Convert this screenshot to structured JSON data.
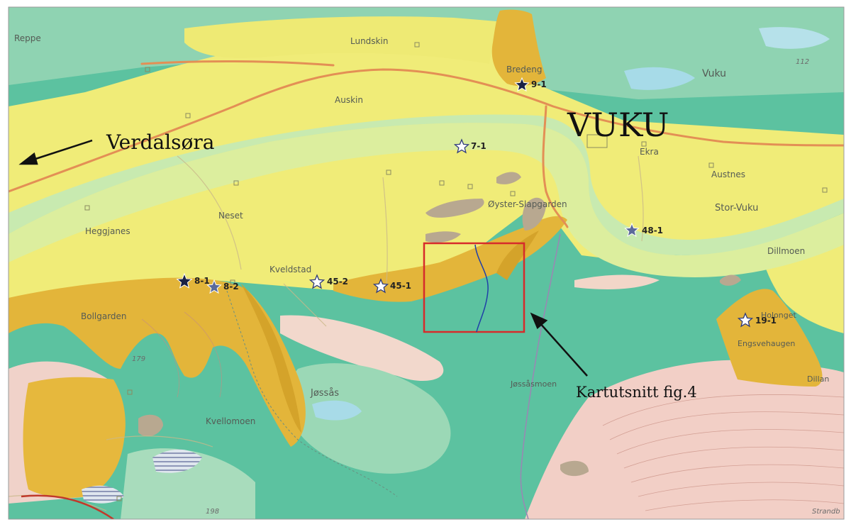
{
  "map": {
    "big_labels": {
      "vuku": "VUKU",
      "verdalsora": "Verdalsøra",
      "kartutsnitt": "Kartutsnitt fig.4"
    },
    "place_names": {
      "reppe": "Reppe",
      "lundskin": "Lundskin",
      "bredeng": "Bredeng",
      "auskin": "Auskin",
      "vuku_small": "Vuku",
      "ekra": "Ekra",
      "austnes": "Austnes",
      "stor_vuku": "Stor-Vuku",
      "oyster_slapgarden": "Øyster-Slapgarden",
      "neset": "Neset",
      "heggjanes": "Heggjanes",
      "kveldstad": "Kveldstad",
      "bollgarden": "Bollgarden",
      "jossas": "Jøssås",
      "jossasmoen": "Jøssåsmoen",
      "kvellomoen": "Kvellomoen",
      "dillmoen": "Dillmoen",
      "holonget": "Holonget",
      "engsvehaugen": "Engsvehaugen",
      "dillan": "Dillan",
      "strandb": "Strandb"
    },
    "elevations": {
      "e112": "112",
      "e179": "179",
      "e198": "198"
    },
    "sites": {
      "s9_1": "9-1",
      "s7_1": "7-1",
      "s48_1": "48-1",
      "s8_1": "8-1",
      "s8_2": "8-2",
      "s45_2": "45-2",
      "s45_1": "45-1",
      "s19_1": "19-1"
    },
    "colors": {
      "marine_yellow": "#f0ec78",
      "fluvial_light": "#e4ee9c",
      "slope_orange": "#e3b53a",
      "moraine_green": "#5cc2a0",
      "thin_green": "#93d6b4",
      "bedrock_pink": "#f2cfc6",
      "peat_brown": "#b8a890",
      "road": "#e38f55",
      "highlight_box": "#d62b2b",
      "stream": "#1f3fa8"
    }
  }
}
